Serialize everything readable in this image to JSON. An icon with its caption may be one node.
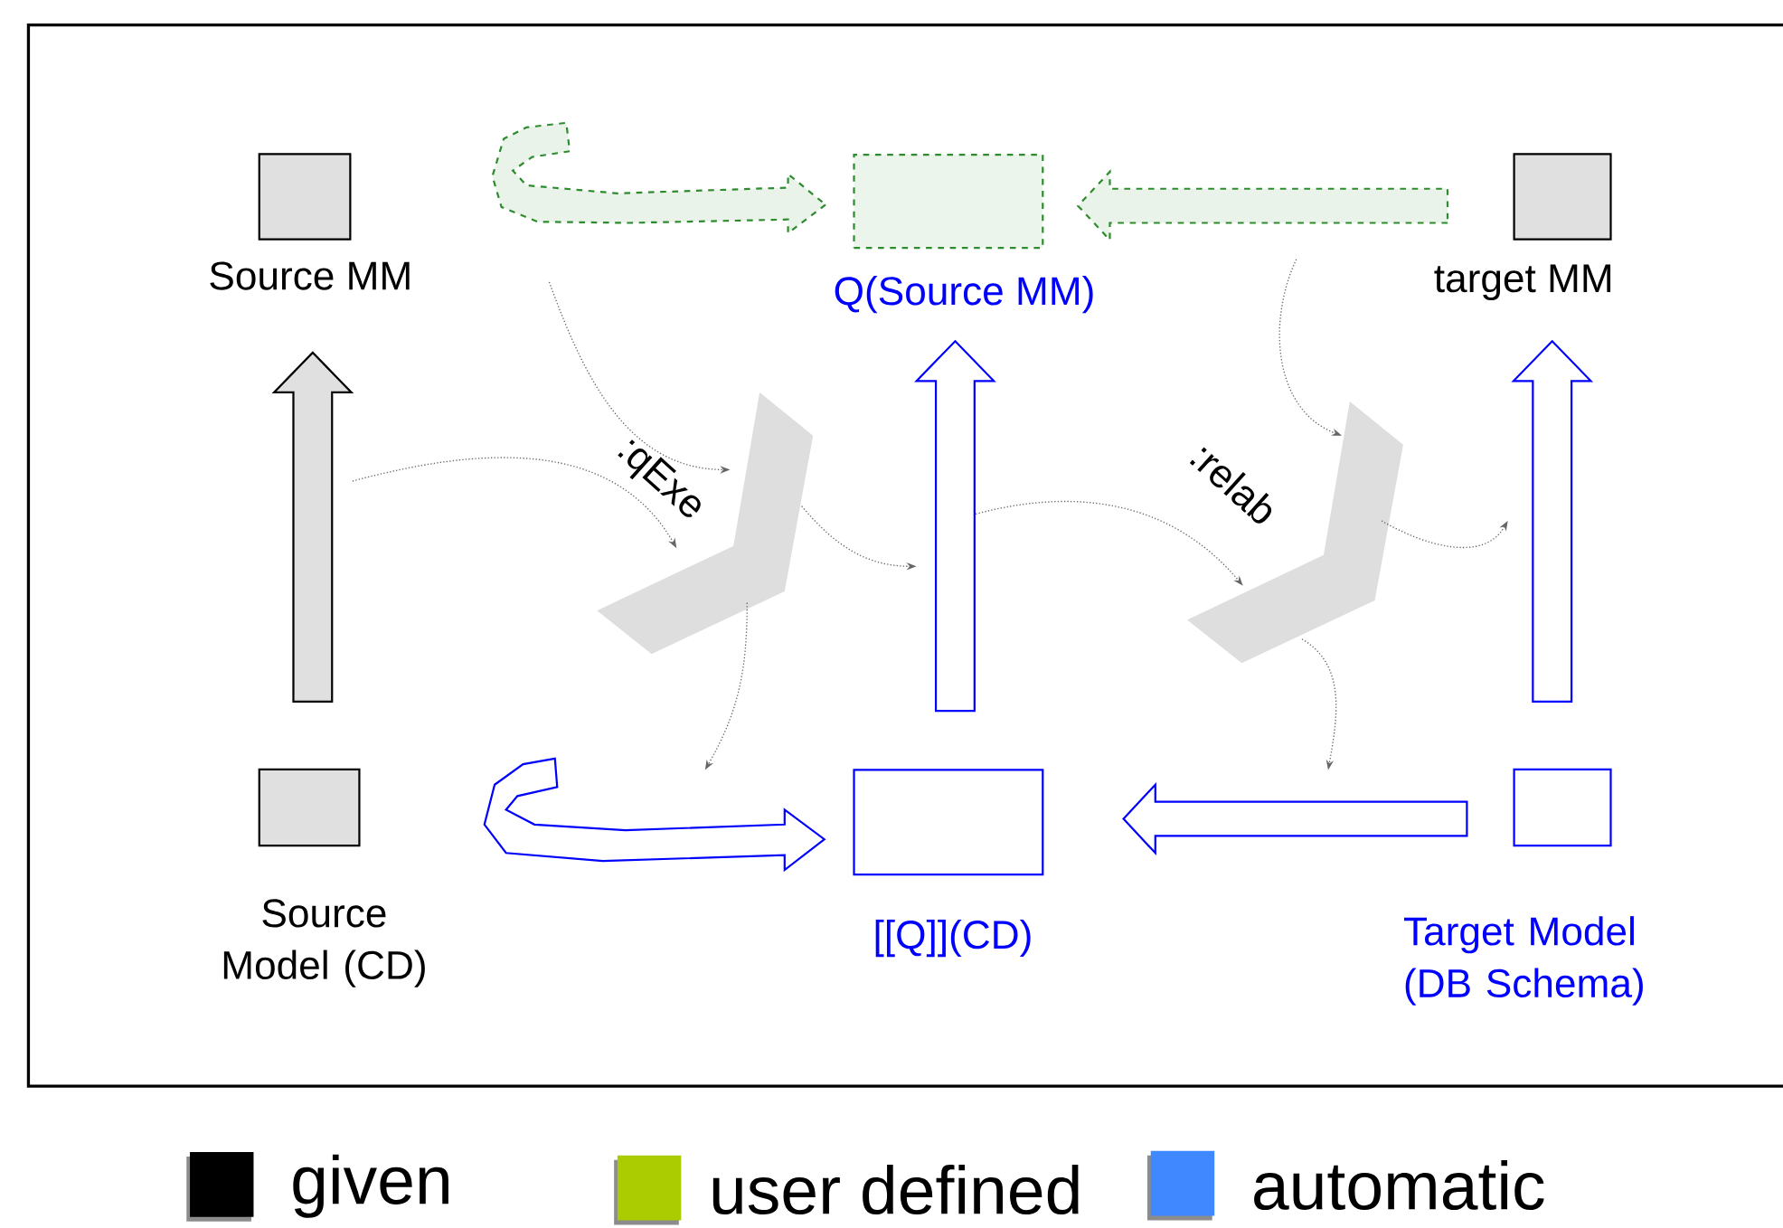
{
  "diagram": {
    "nodes": [
      {
        "text": [
          "Source MM"
        ]
      },
      {
        "text": [
          "Q(Source MM)"
        ]
      },
      {
        "text": [
          "target MM"
        ]
      },
      {
        "text": [
          "Source Model (CD)"
        ]
      },
      {
        "text": [
          "[[Q]](CD)"
        ]
      },
      {
        "text": [
          "Target Model (DB Schema)"
        ]
      },
      {
        "text": [],
        "shape": "chevron",
        "beside": [
          ":qExe"
        ]
      },
      {
        "text": [],
        "shape": "chevron",
        "beside": [
          ":relab"
        ]
      }
    ],
    "edges": [
      {
        "from": 3,
        "to": 0,
        "arrow": "to",
        "style": "thick",
        "color": "#000000"
      },
      {
        "from": 4,
        "to": 1,
        "arrow": "to",
        "style": "thick",
        "color": "#0000ff"
      },
      {
        "from": 5,
        "to": 2,
        "arrow": "to",
        "style": "thick",
        "color": "#0000ff"
      },
      {
        "from": 2,
        "to": 1,
        "arrow": "to",
        "style": "dashed",
        "color": "#2e8b2e"
      },
      {
        "from": 5,
        "to": 4,
        "arrow": "to",
        "style": "thick",
        "color": "#0000ff"
      },
      {
        "from": null,
        "to": 1,
        "arrow": "to",
        "style": "dashed",
        "color": "#2e8b2e"
      },
      {
        "from": null,
        "to": 4,
        "arrow": "to",
        "style": "thick",
        "color": "#0000ff"
      },
      {
        "from": null,
        "to": 6,
        "arrow": "to"
      },
      {
        "from": null,
        "to": 6,
        "arrow": "to"
      },
      {
        "from": 6,
        "to": null,
        "arrow": "to"
      },
      {
        "from": 6,
        "to": null,
        "arrow": "to"
      },
      {
        "from": null,
        "to": 7,
        "arrow": "to"
      },
      {
        "from": null,
        "to": 7,
        "arrow": "to"
      },
      {
        "from": 7,
        "to": null,
        "arrow": "to"
      },
      {
        "from": 7,
        "to": null,
        "arrow": "to"
      }
    ],
    "legend": [
      {
        "text": "given",
        "color": "#000000"
      },
      {
        "text": "user defined",
        "color": "#aacc00"
      },
      {
        "text": "automatic",
        "color": "#3f88ff"
      }
    ]
  }
}
